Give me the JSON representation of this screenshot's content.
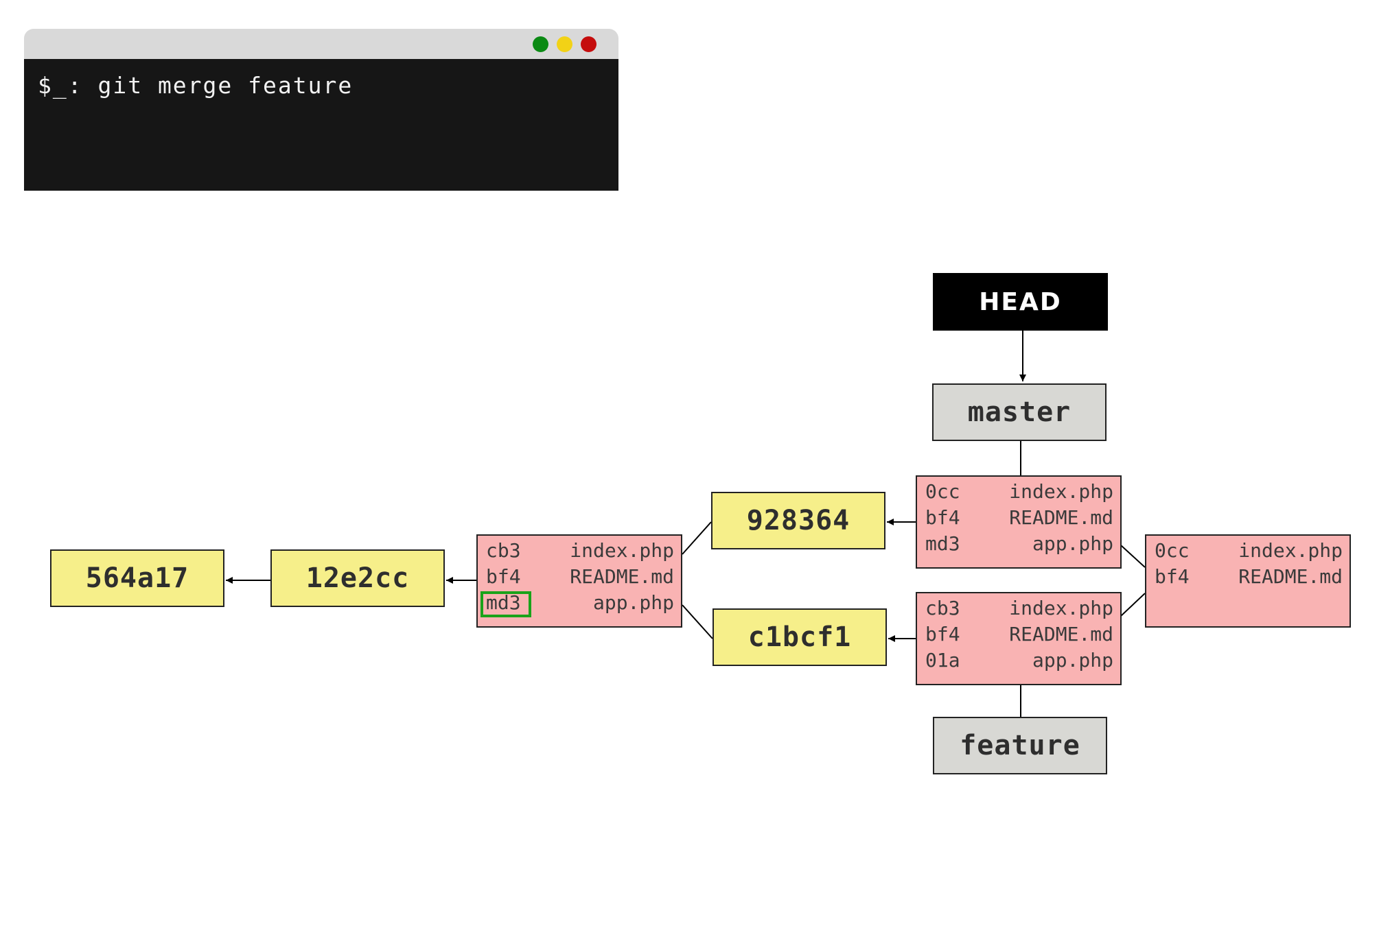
{
  "terminal": {
    "command": "$_: git merge feature"
  },
  "refs": {
    "head": "HEAD",
    "master": "master",
    "feature": "feature"
  },
  "commits": {
    "c1": "564a17",
    "c2": "12e2cc",
    "c3": "928364",
    "c4": "c1bcf1"
  },
  "trees": {
    "base": {
      "rows": [
        {
          "hash": "cb3",
          "file": "index.php"
        },
        {
          "hash": "bf4",
          "file": "README.md"
        },
        {
          "hash": "md3",
          "file": "app.php"
        }
      ]
    },
    "master": {
      "rows": [
        {
          "hash": "0cc",
          "file": "index.php"
        },
        {
          "hash": "bf4",
          "file": "README.md"
        },
        {
          "hash": "md3",
          "file": "app.php"
        }
      ]
    },
    "feature": {
      "rows": [
        {
          "hash": "cb3",
          "file": "index.php"
        },
        {
          "hash": "bf4",
          "file": "README.md"
        },
        {
          "hash": "01a",
          "file": "app.php"
        }
      ]
    },
    "merged": {
      "rows": [
        {
          "hash": "0cc",
          "file": "index.php"
        },
        {
          "hash": "bf4",
          "file": "README.md"
        }
      ]
    }
  },
  "colors": {
    "commit": "#f6ef8a",
    "branch": "#d8d8d4",
    "tree": "#f9b3b3",
    "highlight": "#1aa31a",
    "terminal_bg": "#161616"
  }
}
